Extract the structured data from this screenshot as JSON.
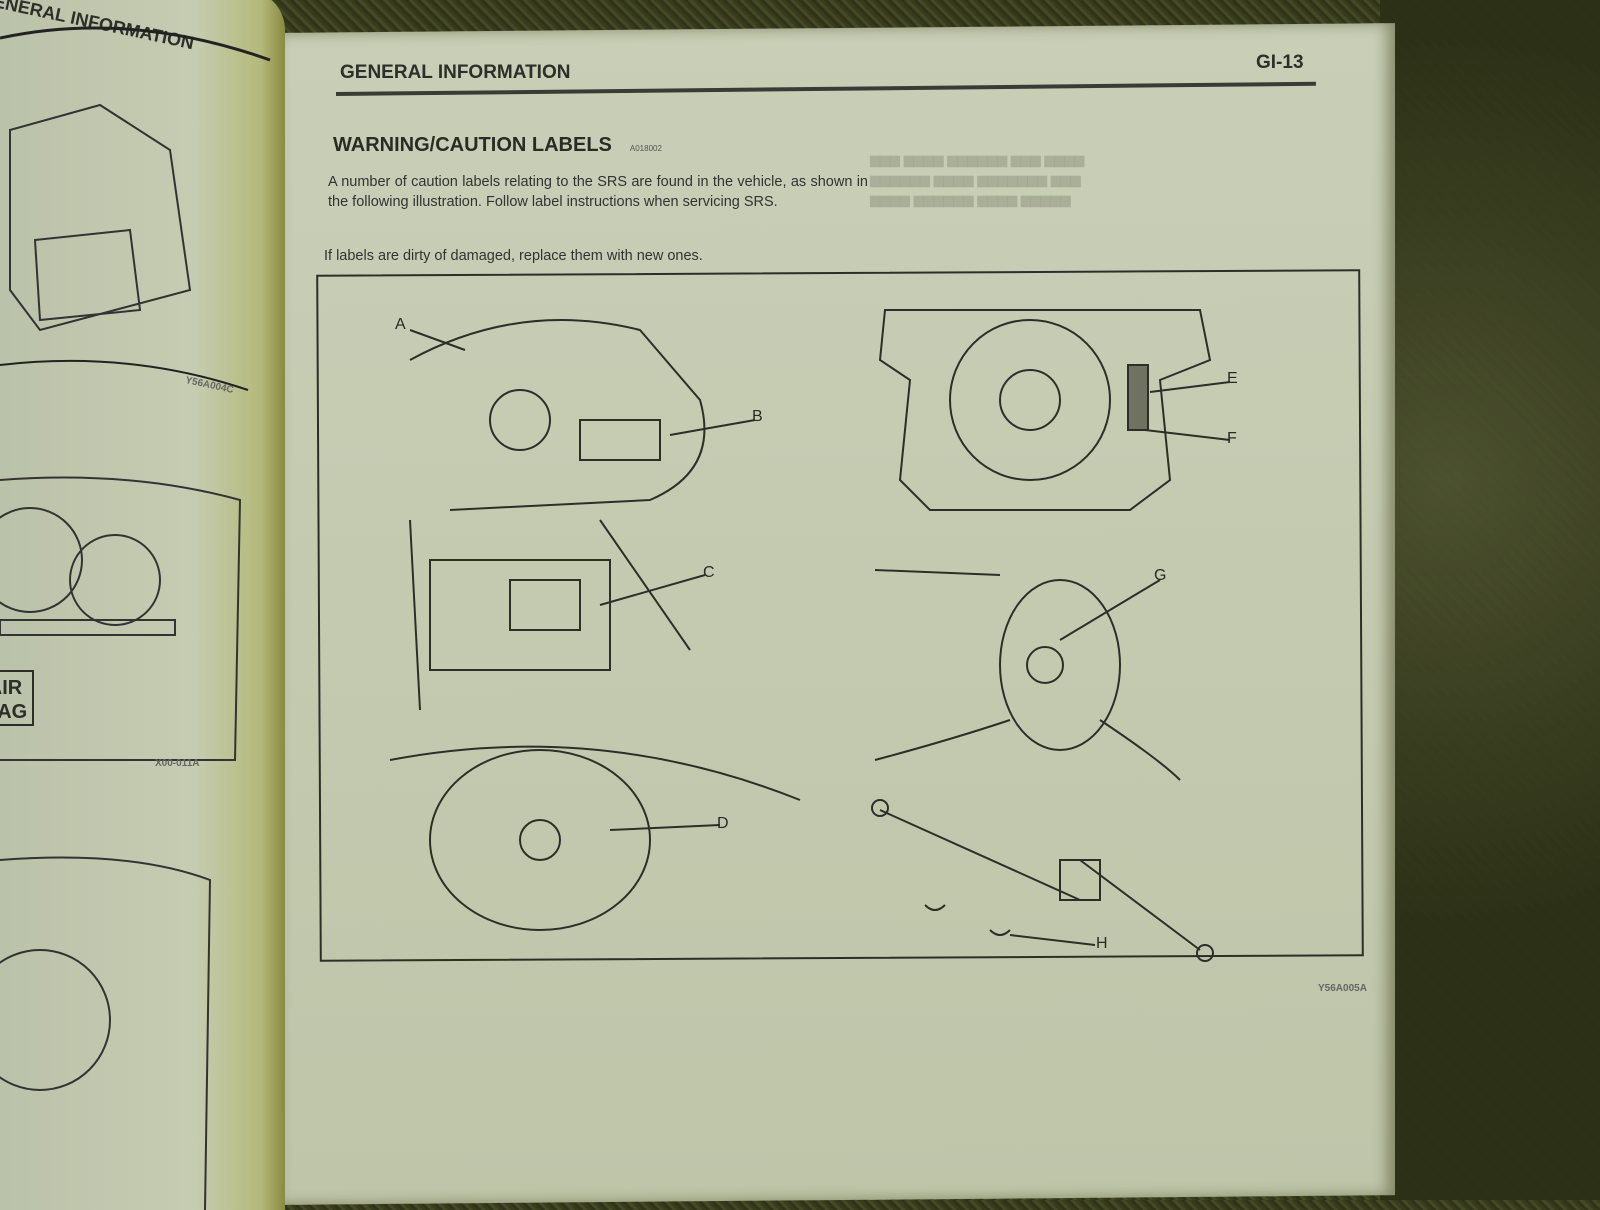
{
  "left_page": {
    "header": "GENERAL INFORMATION",
    "airbag_label": [
      "AIR",
      "BAG"
    ],
    "figure_ids": [
      "Y56A004C",
      "X00-011A"
    ]
  },
  "right_page": {
    "header": "GENERAL INFORMATION",
    "page_number": "GI-13",
    "section_title": "WARNING/CAUTION LABELS",
    "section_code": "A018002",
    "paragraph1": "A number of caution labels relating to the SRS are found in the vehicle, as shown in the following illustration. Follow label instructions when servicing SRS.",
    "paragraph2": "If labels are dirty of damaged, replace them with new ones.",
    "figure": {
      "labels": [
        "A",
        "B",
        "C",
        "D",
        "E",
        "F",
        "G",
        "H"
      ],
      "figure_id": "Y56A005A"
    }
  }
}
